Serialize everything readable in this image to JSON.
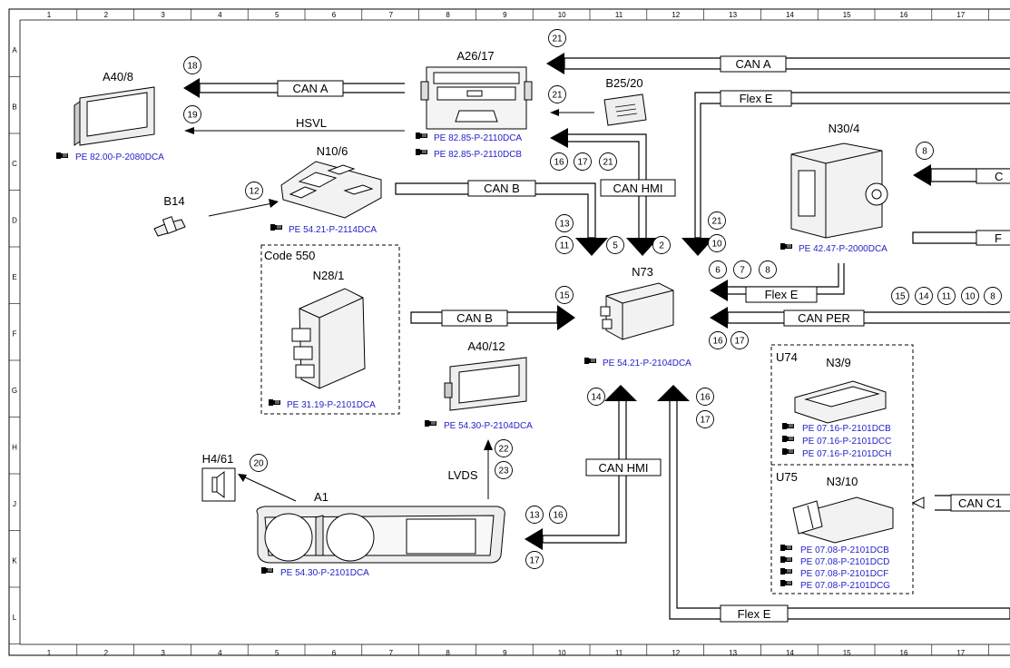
{
  "grid": {
    "columns": [
      "1",
      "2",
      "3",
      "4",
      "5",
      "6",
      "7",
      "8",
      "9",
      "10",
      "11",
      "12",
      "13",
      "14",
      "15",
      "16",
      "17"
    ],
    "rows": [
      "A",
      "B",
      "C",
      "D",
      "E",
      "F",
      "G",
      "H",
      "J",
      "K",
      "L"
    ]
  },
  "components": {
    "a40_8": {
      "label": "A40/8",
      "ref": "PE 82.00-P-2080DCA"
    },
    "a26_17": {
      "label": "A26/17",
      "refs": [
        "PE 82.85-P-2110DCA",
        "PE 82.85-P-2110DCB"
      ]
    },
    "b25_20": {
      "label": "B25/20"
    },
    "n30_4": {
      "label": "N30/4",
      "ref": "PE 42.47-P-2000DCA"
    },
    "n10_6": {
      "label": "N10/6",
      "ref": "PE 54.21-P-2114DCA"
    },
    "b14": {
      "label": "B14"
    },
    "code550": {
      "label": "Code 550"
    },
    "n28_1": {
      "label": "N28/1",
      "ref": "PE 31.19-P-2101DCA"
    },
    "n73": {
      "label": "N73",
      "ref": "PE 54.21-P-2104DCA"
    },
    "a40_12": {
      "label": "A40/12",
      "ref": "PE 54.30-P-2104DCA"
    },
    "u74": {
      "label": "U74",
      "sublabel": "N3/9",
      "refs": [
        "PE 07.16-P-2101DCB",
        "PE 07.16-P-2101DCC",
        "PE 07.16-P-2101DCH"
      ]
    },
    "u75": {
      "label": "U75",
      "sublabel": "N3/10",
      "refs": [
        "PE 07.08-P-2101DCB",
        "PE 07.08-P-2101DCD",
        "PE 07.08-P-2101DCF",
        "PE 07.08-P-2101DCG"
      ]
    },
    "h4_61": {
      "label": "H4/61"
    },
    "a1": {
      "label": "A1",
      "ref": "PE 54.30-P-2101DCA"
    }
  },
  "buses": {
    "can_a_top": "CAN A",
    "can_a_left": "CAN A",
    "hsvl": "HSVL",
    "flex_e_top": "Flex E",
    "can_b_top": "CAN B",
    "can_hmi_top": "CAN HMI",
    "flex_e_mid": "Flex E",
    "can_per": "CAN PER",
    "can_b_mid": "CAN B",
    "can_hmi_bottom": "CAN HMI",
    "lvds": "LVDS",
    "can_c1": "CAN C1",
    "flex_e_bottom": "Flex E",
    "right_c": "C",
    "right_f": "F"
  },
  "numbers": {
    "n18": "18",
    "n19": "19",
    "n21a": "21",
    "n21b": "21",
    "n16a": "16",
    "n17a": "17",
    "n21c": "21",
    "n8a": "8",
    "n12": "12",
    "n13a": "13",
    "n11a": "11",
    "n5": "5",
    "n2": "2",
    "n21d": "21",
    "n10a": "10",
    "n6": "6",
    "n7": "7",
    "n8b": "8",
    "n15a": "15",
    "n14a": "14",
    "n11b": "11",
    "n10b": "10",
    "n8c": "8",
    "n15b": "15",
    "n16b": "16",
    "n17b": "17",
    "n14b": "14",
    "n16c": "16",
    "n17c": "17",
    "n22": "22",
    "n23": "23",
    "n20": "20",
    "n13b": "13",
    "n16d": "16",
    "n17d": "17"
  }
}
